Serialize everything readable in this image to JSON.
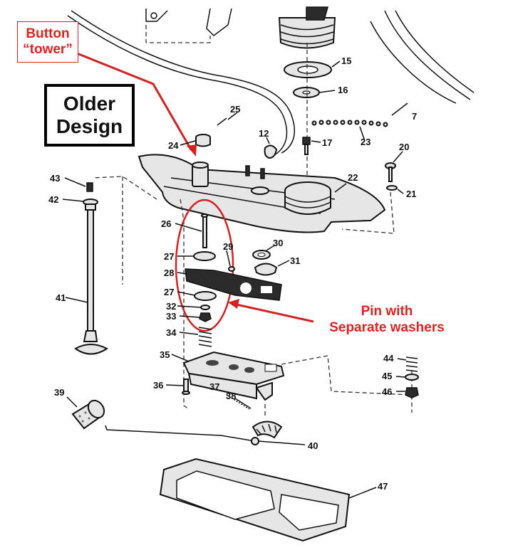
{
  "annotations": {
    "button_tower": {
      "line1": "Button",
      "line2": "“tower”"
    },
    "older_design": {
      "line1": "Older",
      "line2": "Design"
    },
    "pin_note": {
      "line1": "Pin with",
      "line2": "Separate washers"
    },
    "accent_color": "#d22222"
  },
  "part_numbers": {
    "p7": "7",
    "p12": "12",
    "p15": "15",
    "p16": "16",
    "p17": "17",
    "p20": "20",
    "p21": "21",
    "p22": "22",
    "p23": "23",
    "p24": "24",
    "p25": "25",
    "p26": "26",
    "p27a": "27",
    "p27b": "27",
    "p28": "28",
    "p29": "29",
    "p30": "30",
    "p31": "31",
    "p32": "32",
    "p33": "33",
    "p34": "34",
    "p35": "35",
    "p36": "36",
    "p37": "37",
    "p38": "38",
    "p39": "39",
    "p40": "40",
    "p41": "41",
    "p42": "42",
    "p43": "43",
    "p44": "44",
    "p45": "45",
    "p46": "46",
    "p47": "47"
  }
}
